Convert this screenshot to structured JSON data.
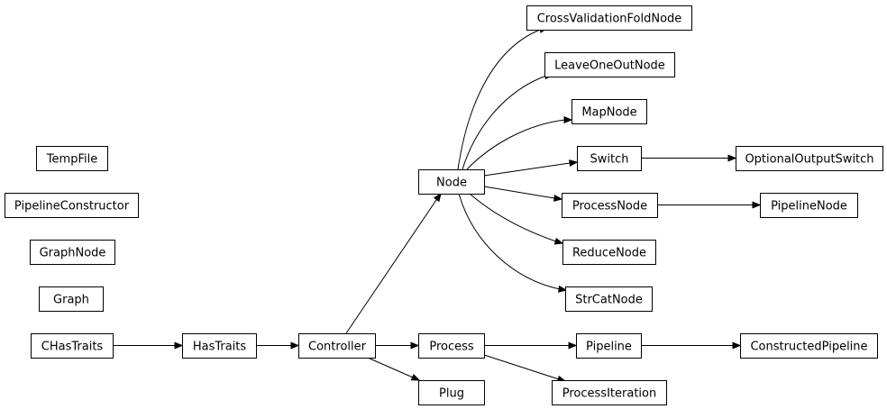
{
  "diagram": {
    "type": "class-inheritance-graph",
    "colors": {
      "line": "#000000",
      "box_fill": "#ffffff",
      "text": "#000000"
    },
    "nodes": [
      {
        "id": "CrossValidationFoldNode",
        "label": "CrossValidationFoldNode"
      },
      {
        "id": "LeaveOneOutNode",
        "label": "LeaveOneOutNode"
      },
      {
        "id": "MapNode",
        "label": "MapNode"
      },
      {
        "id": "TempFile",
        "label": "TempFile"
      },
      {
        "id": "Switch",
        "label": "Switch"
      },
      {
        "id": "OptionalOutputSwitch",
        "label": "OptionalOutputSwitch"
      },
      {
        "id": "Node",
        "label": "Node"
      },
      {
        "id": "PipelineConstructor",
        "label": "PipelineConstructor"
      },
      {
        "id": "ProcessNode",
        "label": "ProcessNode"
      },
      {
        "id": "PipelineNode",
        "label": "PipelineNode"
      },
      {
        "id": "GraphNode",
        "label": "GraphNode"
      },
      {
        "id": "ReduceNode",
        "label": "ReduceNode"
      },
      {
        "id": "Graph",
        "label": "Graph"
      },
      {
        "id": "StrCatNode",
        "label": "StrCatNode"
      },
      {
        "id": "CHasTraits",
        "label": "CHasTraits"
      },
      {
        "id": "HasTraits",
        "label": "HasTraits"
      },
      {
        "id": "Controller",
        "label": "Controller"
      },
      {
        "id": "Process",
        "label": "Process"
      },
      {
        "id": "Pipeline",
        "label": "Pipeline"
      },
      {
        "id": "ConstructedPipeline",
        "label": "ConstructedPipeline"
      },
      {
        "id": "Plug",
        "label": "Plug"
      },
      {
        "id": "ProcessIteration",
        "label": "ProcessIteration"
      }
    ],
    "edges": [
      {
        "from": "CHasTraits",
        "to": "HasTraits"
      },
      {
        "from": "HasTraits",
        "to": "Controller"
      },
      {
        "from": "Controller",
        "to": "Node"
      },
      {
        "from": "Controller",
        "to": "Process"
      },
      {
        "from": "Controller",
        "to": "Plug"
      },
      {
        "from": "Node",
        "to": "CrossValidationFoldNode"
      },
      {
        "from": "Node",
        "to": "LeaveOneOutNode"
      },
      {
        "from": "Node",
        "to": "MapNode"
      },
      {
        "from": "Node",
        "to": "Switch"
      },
      {
        "from": "Node",
        "to": "ProcessNode"
      },
      {
        "from": "Node",
        "to": "ReduceNode"
      },
      {
        "from": "Node",
        "to": "StrCatNode"
      },
      {
        "from": "Switch",
        "to": "OptionalOutputSwitch"
      },
      {
        "from": "ProcessNode",
        "to": "PipelineNode"
      },
      {
        "from": "Process",
        "to": "Pipeline"
      },
      {
        "from": "Process",
        "to": "ProcessIteration"
      },
      {
        "from": "Pipeline",
        "to": "ConstructedPipeline"
      }
    ]
  }
}
